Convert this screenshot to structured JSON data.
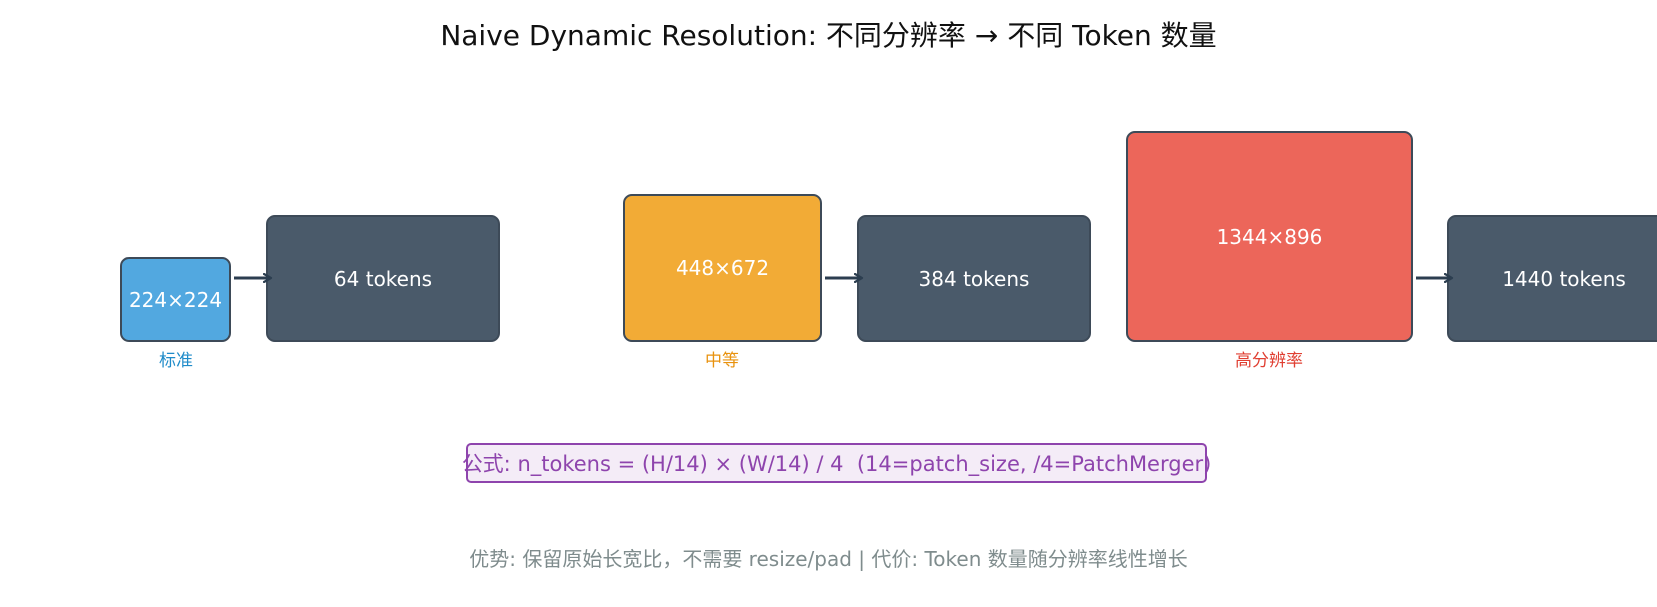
{
  "title": "Naive Dynamic Resolution: 不同分辨率 → 不同 Token 数量",
  "examples": [
    {
      "resolution": "224×224",
      "tokens": "64 tokens",
      "caption": "标准",
      "color": "#52a8e0",
      "caption_color": "#1f8bc9"
    },
    {
      "resolution": "448×672",
      "tokens": "384 tokens",
      "caption": "中等",
      "color": "#f2ab36",
      "caption_color": "#e8920e"
    },
    {
      "resolution": "1344×896",
      "tokens": "1440 tokens",
      "caption": "高分辨率",
      "color": "#ec665a",
      "caption_color": "#e03f32"
    }
  ],
  "token_box_color": "#4a5a6a",
  "arrow_color": "#2c3e50",
  "formula": "公式: n_tokens = (H/14) × (W/14) / 4  (14=patch_size, /4=PatchMerger)",
  "footer": "优势: 保留原始长宽比，不需要 resize/pad | 代价: Token 数量随分辨率线性增长"
}
